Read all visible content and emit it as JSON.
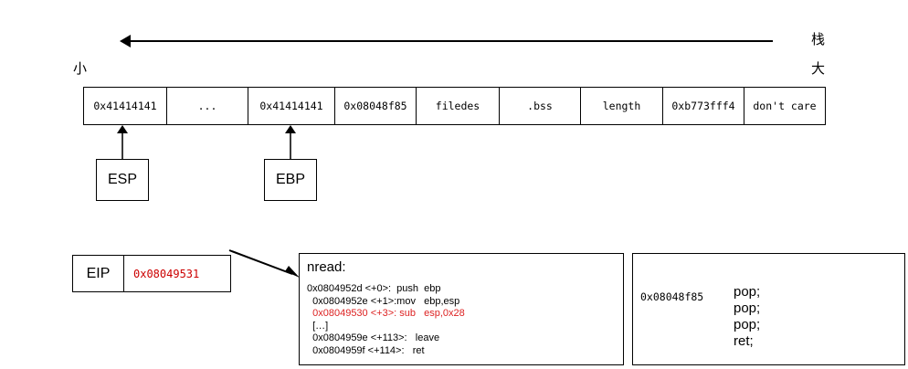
{
  "diagram": {
    "direction_labels": {
      "small": "小",
      "large": "大",
      "stack": "栈"
    },
    "stack_table": {
      "cells": [
        {
          "text": "0x41414141",
          "width": 91
        },
        {
          "text": "...",
          "width": 89
        },
        {
          "text": "0x41414141",
          "width": 95
        },
        {
          "text": "0x08048f85",
          "width": 89
        },
        {
          "text": "filedes",
          "width": 91
        },
        {
          "text": ".bss",
          "width": 89
        },
        {
          "text": "length",
          "width": 90
        },
        {
          "text": "0xb773fff4",
          "width": 89
        },
        {
          "text": "don't care",
          "width": 88
        }
      ]
    },
    "pointers": [
      {
        "label": "ESP"
      },
      {
        "label": "EBP"
      }
    ],
    "eip": {
      "label": "EIP",
      "value": "0x08049531",
      "value_color": "#cc0000"
    },
    "code_block": {
      "title": "nread:",
      "lines": [
        {
          "text": "0x0804952d <+0>:  push  ebp",
          "highlight": false
        },
        {
          "text": "  0x0804952e <+1>:mov   ebp,esp",
          "highlight": false
        },
        {
          "text": "  0x08049530 <+3>: sub   esp,0x28",
          "highlight": true
        },
        {
          "text": "  […]",
          "highlight": false
        },
        {
          "text": "  0x0804959e <+113>:   leave",
          "highlight": false
        },
        {
          "text": "  0x0804959f <+114>:   ret",
          "highlight": false
        }
      ]
    },
    "gadget_block": {
      "address": "0x08048f85",
      "instructions": [
        "pop;",
        "pop;",
        "pop;",
        "ret;"
      ]
    }
  }
}
